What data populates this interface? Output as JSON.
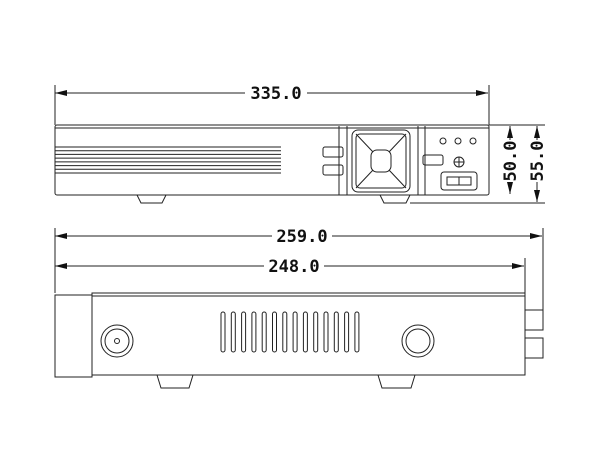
{
  "front_view": {
    "width_label": "335.0",
    "height_label": "50.0",
    "height_with_feet_label": "55.0",
    "led_count": 3,
    "grille_lines": 7
  },
  "side_view": {
    "total_depth_label": "259.0",
    "body_depth_label": "248.0",
    "vent_slots": 14
  },
  "colors": {
    "line": "#222222",
    "background": "#ffffff"
  }
}
